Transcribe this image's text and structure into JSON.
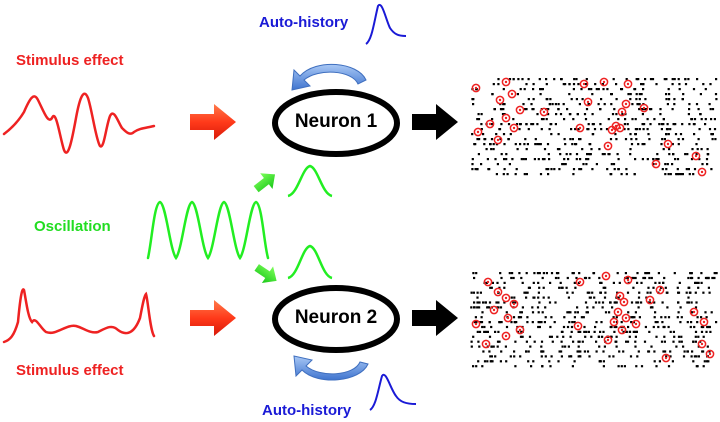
{
  "labels": {
    "stimulus_top": "Stimulus effect",
    "stimulus_bottom": "Stimulus effect",
    "oscillation": "Oscillation",
    "auto_history_top": "Auto-history",
    "auto_history_bottom": "Auto-history",
    "neuron1": "Neuron 1",
    "neuron2": "Neuron 2"
  },
  "colors": {
    "stimulus": "#ee2222",
    "oscillation": "#22ee22",
    "auto_history": "#1a1ad6",
    "loop_arrow": "#5f8fd9",
    "output_arrow": "#000000",
    "spike_marker": "#ee2222",
    "spike": "#000000"
  }
}
